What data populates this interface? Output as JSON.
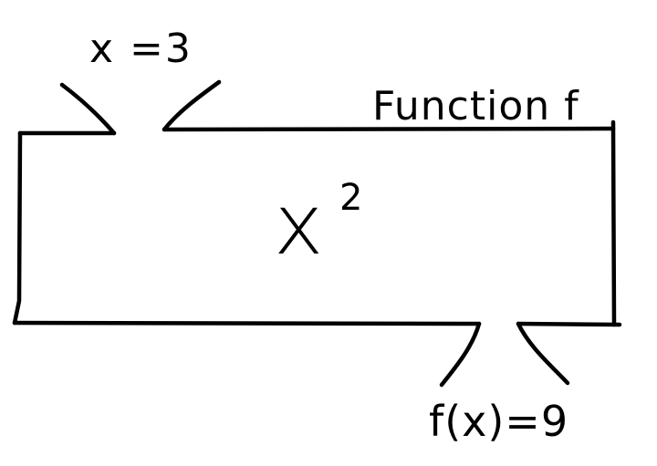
{
  "function_box": {
    "name_label": "Function f",
    "rule_base": "x",
    "rule_exponent": "2"
  },
  "input": {
    "label": "x =3"
  },
  "output": {
    "label": "f(x)=9"
  }
}
